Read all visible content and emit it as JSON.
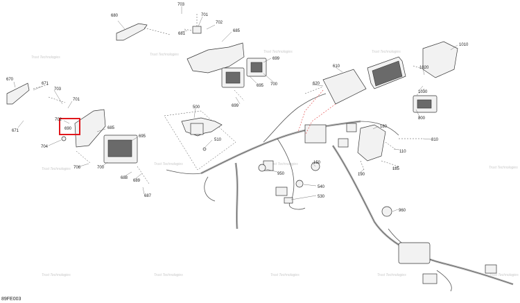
{
  "document_ref": "89FE003",
  "watermark": "Trust Technologies",
  "parts": [
    {
      "id": "p680",
      "label": "680"
    },
    {
      "id": "p703a",
      "label": "703"
    },
    {
      "id": "p701a",
      "label": "701"
    },
    {
      "id": "p702a",
      "label": "702"
    },
    {
      "id": "p681a",
      "label": "681"
    },
    {
      "id": "p685a",
      "label": "685"
    },
    {
      "id": "p699a",
      "label": "699"
    },
    {
      "id": "p695a",
      "label": "695"
    },
    {
      "id": "p700a",
      "label": "700"
    },
    {
      "id": "p699b",
      "label": "699"
    },
    {
      "id": "p670",
      "label": "670"
    },
    {
      "id": "p671a",
      "label": "671"
    },
    {
      "id": "p703b",
      "label": "703"
    },
    {
      "id": "p701b",
      "label": "701"
    },
    {
      "id": "p671b",
      "label": "671"
    },
    {
      "id": "p702b",
      "label": "702"
    },
    {
      "id": "p690",
      "label": "690"
    },
    {
      "id": "p704",
      "label": "704"
    },
    {
      "id": "p685b",
      "label": "685"
    },
    {
      "id": "p695b",
      "label": "695"
    },
    {
      "id": "p706",
      "label": "706"
    },
    {
      "id": "p700b",
      "label": "700"
    },
    {
      "id": "p688",
      "label": "688"
    },
    {
      "id": "p689",
      "label": "689"
    },
    {
      "id": "p687",
      "label": "687"
    },
    {
      "id": "p500",
      "label": "500"
    },
    {
      "id": "p510",
      "label": "510"
    },
    {
      "id": "p610",
      "label": "610"
    },
    {
      "id": "p620",
      "label": "620"
    },
    {
      "id": "p1010",
      "label": "1010"
    },
    {
      "id": "p1020",
      "label": "1020"
    },
    {
      "id": "p1030",
      "label": "1030"
    },
    {
      "id": "p800",
      "label": "800"
    },
    {
      "id": "p180",
      "label": "180"
    },
    {
      "id": "p810",
      "label": "810"
    },
    {
      "id": "p110",
      "label": "110"
    },
    {
      "id": "p190",
      "label": "190"
    },
    {
      "id": "p185",
      "label": "185"
    },
    {
      "id": "p150",
      "label": "150"
    },
    {
      "id": "p950",
      "label": "950"
    },
    {
      "id": "p540",
      "label": "540"
    },
    {
      "id": "p530",
      "label": "530"
    },
    {
      "id": "p960",
      "label": "960"
    }
  ],
  "highlight": {
    "part": "690"
  }
}
